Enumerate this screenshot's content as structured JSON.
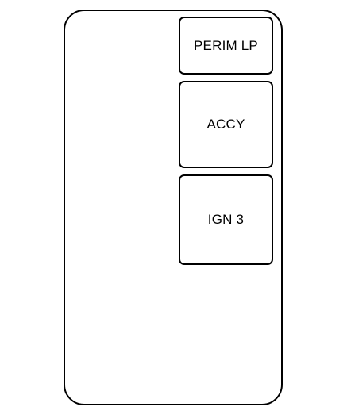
{
  "fuse_block": {
    "slots": [
      {
        "label": "PERIM LP"
      },
      {
        "label": "ACCY"
      },
      {
        "label": "IGN 3"
      }
    ]
  }
}
